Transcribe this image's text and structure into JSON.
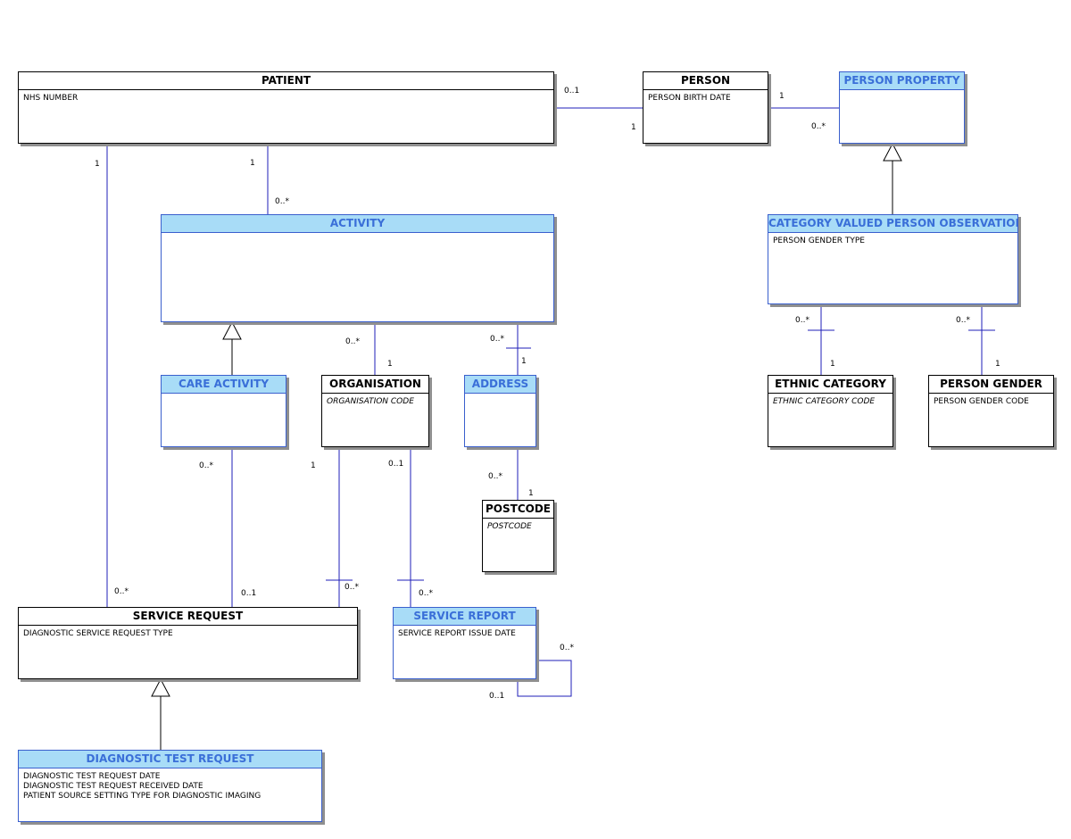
{
  "classes": {
    "patient": {
      "name": "PATIENT",
      "attributes": [
        "NHS NUMBER"
      ]
    },
    "person": {
      "name": "PERSON",
      "attributes": [
        "PERSON BIRTH DATE"
      ]
    },
    "person_property": {
      "name": "PERSON PROPERTY",
      "attributes": []
    },
    "activity": {
      "name": "ACTIVITY",
      "attributes": []
    },
    "category_valued_person_observation": {
      "name": "CATEGORY VALUED PERSON OBSERVATION",
      "attributes": [
        "PERSON GENDER TYPE"
      ]
    },
    "care_activity": {
      "name": "CARE ACTIVITY",
      "attributes": []
    },
    "organisation": {
      "name": "ORGANISATION",
      "attributes": [
        "ORGANISATION CODE"
      ]
    },
    "address": {
      "name": "ADDRESS",
      "attributes": []
    },
    "ethnic_category": {
      "name": "ETHNIC CATEGORY",
      "attributes": [
        "ETHNIC CATEGORY CODE"
      ]
    },
    "person_gender": {
      "name": "PERSON GENDER",
      "attributes": [
        "PERSON GENDER CODE"
      ]
    },
    "postcode": {
      "name": "POSTCODE",
      "attributes": [
        "POSTCODE"
      ]
    },
    "service_request": {
      "name": "SERVICE REQUEST",
      "attributes": [
        "DIAGNOSTIC SERVICE REQUEST TYPE"
      ]
    },
    "service_report": {
      "name": "SERVICE REPORT",
      "attributes": [
        "SERVICE REPORT ISSUE DATE"
      ]
    },
    "diagnostic_test_request": {
      "name": "DIAGNOSTIC TEST REQUEST",
      "attributes": [
        "DIAGNOSTIC TEST REQUEST DATE",
        "DIAGNOSTIC TEST REQUEST RECEIVED DATE",
        "PATIENT SOURCE SETTING TYPE FOR DIAGNOSTIC IMAGING"
      ]
    }
  },
  "multiplicities": {
    "patient_person_patient_end": "0..1",
    "patient_person_person_end": "1",
    "person_property_person_end": "1",
    "person_property_property_end": "0..*",
    "patient_activity_patient_end": "1",
    "patient_activity_activity_end": "0..*",
    "patient_servicerequest_patient_end": "1",
    "patient_servicerequest_request_end": "0..*",
    "activity_organisation_activity_end": "0..*",
    "activity_organisation_org_end": "1",
    "activity_address_activity_end": "0..*",
    "activity_address_address_end": "1",
    "address_postcode_address_end": "0..*",
    "address_postcode_postcode_end": "1",
    "careactivity_servicerequest_care_end": "0..*",
    "careactivity_servicerequest_request_end": "0..1",
    "organisation_servicerequest_org_end": "1",
    "organisation_servicerequest_request_end": "0..*",
    "organisation_servicereport_org_end": "0..1",
    "organisation_servicereport_report_end": "0..*",
    "servicereport_self_many_end": "0..*",
    "servicereport_self_one_end": "0..1",
    "observation_ethnic_obs_end": "0..*",
    "observation_ethnic_ethnic_end": "1",
    "observation_gender_obs_end": "0..*",
    "observation_gender_gender_end": "1"
  },
  "colors": {
    "line": "#1f1fb8",
    "header_fill": "#a8dcf7",
    "header_text": "#3a6fd8",
    "blue_border": "#3a5fcd"
  }
}
